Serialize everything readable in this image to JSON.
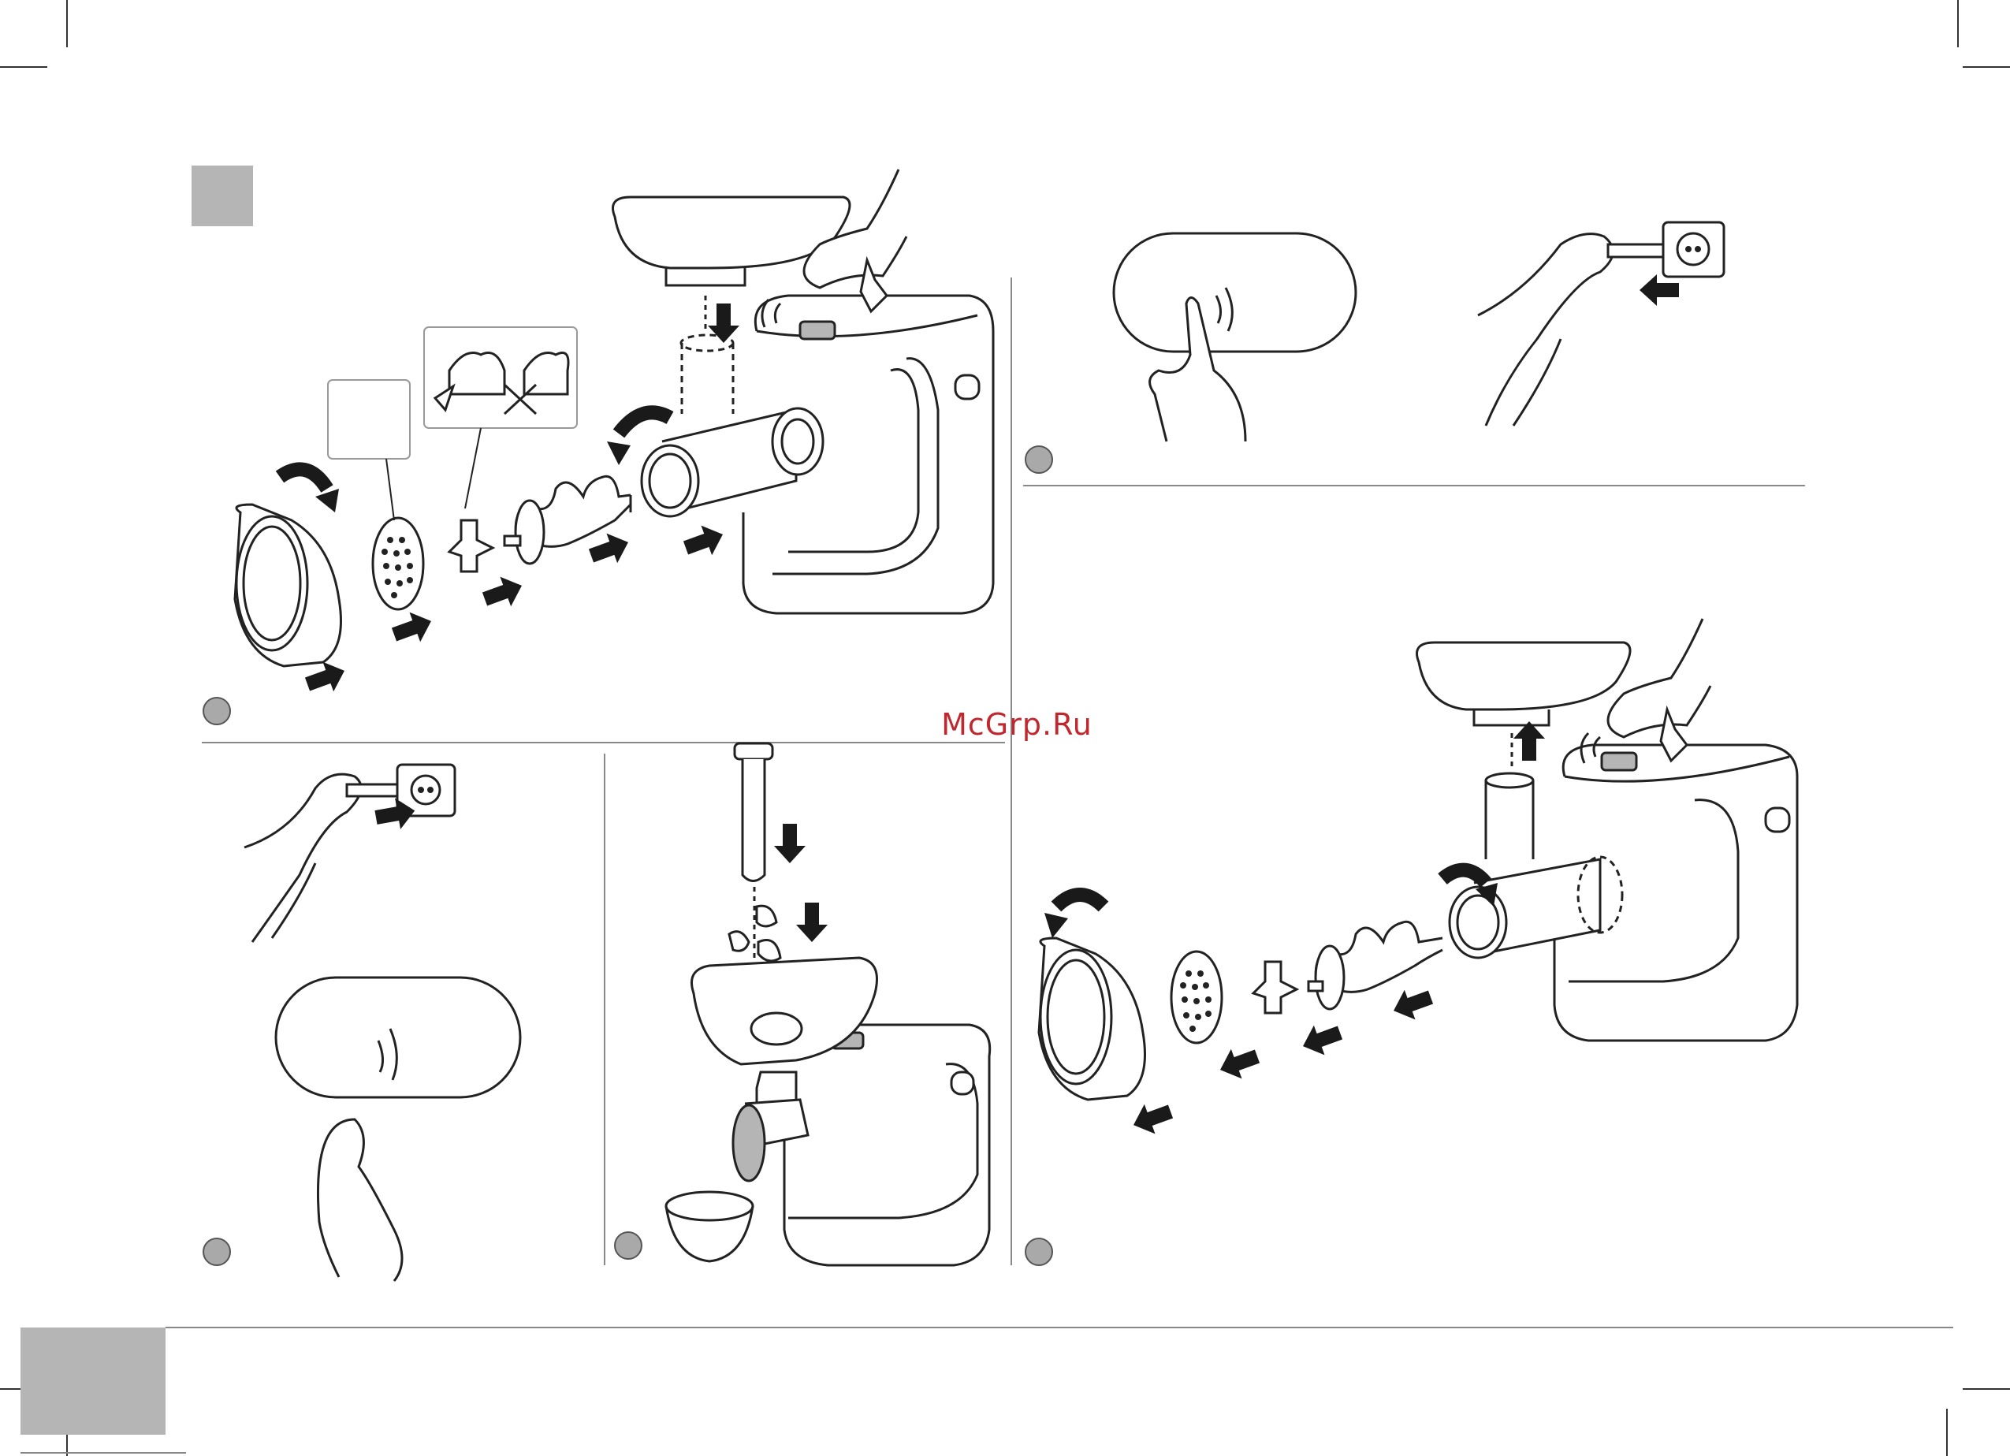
{
  "page": {
    "watermark": "McGrp.Ru",
    "footer_fragment": "",
    "colors": {
      "ink": "#222222",
      "gray_fill": "#b5b5b5",
      "badge_fill": "#a9a9a9",
      "watermark": "#c0282f",
      "rule": "#888888"
    }
  },
  "panels": [
    {
      "id": "assemble",
      "step_badge": "",
      "content": [
        "ring-nut-icon",
        "grinding-disc-icon",
        "blade-icon",
        "auger-icon",
        "grinder-head-icon",
        "food-tray-icon",
        "meat-grinder-body-icon"
      ]
    },
    {
      "id": "switch-on",
      "step_badge": "",
      "content": [
        "power-button-icon",
        "finger-press-icon"
      ]
    },
    {
      "id": "unplug",
      "step_badge": "",
      "content": [
        "power-plug-icon",
        "wall-socket-icon",
        "hand-icon"
      ]
    },
    {
      "id": "plug-and-power",
      "step_badge": "",
      "content": [
        "power-plug-icon",
        "wall-socket-icon",
        "power-button-icon"
      ]
    },
    {
      "id": "feed-food",
      "step_badge": "",
      "content": [
        "pusher-icon",
        "food-pieces-icon",
        "meat-grinder-body-icon",
        "bowl-icon"
      ]
    },
    {
      "id": "disassemble",
      "step_badge": "",
      "content": [
        "ring-nut-icon",
        "grinding-disc-icon",
        "blade-icon",
        "auger-icon",
        "grinder-head-icon",
        "food-tray-icon",
        "meat-grinder-body-icon"
      ]
    }
  ]
}
